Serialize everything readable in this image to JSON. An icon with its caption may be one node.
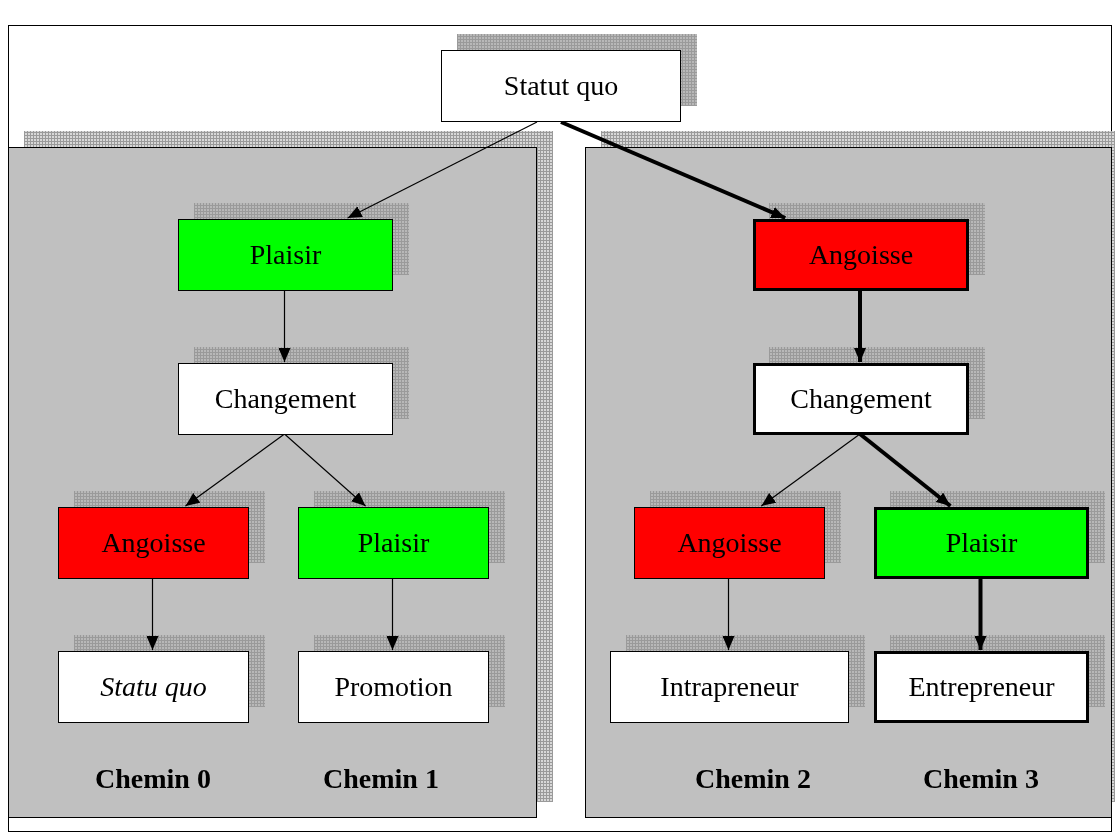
{
  "diagram": {
    "nodes": [
      {
        "text": [
          "Statut quo"
        ]
      },
      {
        "text": [
          "Chemin 0",
          "Chemin 1"
        ]
      },
      {
        "text": [
          "Plaisir"
        ],
        "in": 1
      },
      {
        "text": [
          "Changement"
        ],
        "in": 1
      },
      {
        "text": [
          "Angoisse"
        ],
        "in": 1
      },
      {
        "text": [
          "Plaisir"
        ],
        "in": 1
      },
      {
        "text": [
          "Statu quo"
        ],
        "in": 1
      },
      {
        "text": [
          "Promotion"
        ],
        "in": 1
      },
      {
        "text": [
          "Chemin 2",
          "Chemin 3"
        ]
      },
      {
        "text": [
          "Angoisse"
        ],
        "in": 8
      },
      {
        "text": [
          "Changement"
        ],
        "in": 8
      },
      {
        "text": [
          "Angoisse"
        ],
        "in": 8
      },
      {
        "text": [
          "Plaisir"
        ],
        "in": 8
      },
      {
        "text": [
          "Intrapreneur"
        ],
        "in": 8
      },
      {
        "text": [
          "Entrepreneur"
        ],
        "in": 8
      }
    ],
    "edges": [
      {
        "from": 0,
        "to": 2,
        "arrow": "to"
      },
      {
        "from": 0,
        "to": 9,
        "arrow": "to",
        "style": "thick"
      },
      {
        "from": 2,
        "to": 3,
        "arrow": "to"
      },
      {
        "from": 3,
        "to": 4,
        "arrow": "to"
      },
      {
        "from": 3,
        "to": 5,
        "arrow": "to"
      },
      {
        "from": 4,
        "to": 6,
        "arrow": "to"
      },
      {
        "from": 5,
        "to": 7,
        "arrow": "to"
      },
      {
        "from": 9,
        "to": 10,
        "arrow": "to",
        "style": "thick"
      },
      {
        "from": 10,
        "to": 11,
        "arrow": "to"
      },
      {
        "from": 10,
        "to": 12,
        "arrow": "to",
        "style": "thick"
      },
      {
        "from": 11,
        "to": 13,
        "arrow": "to"
      },
      {
        "from": 12,
        "to": 14,
        "arrow": "to",
        "style": "thick"
      }
    ]
  }
}
